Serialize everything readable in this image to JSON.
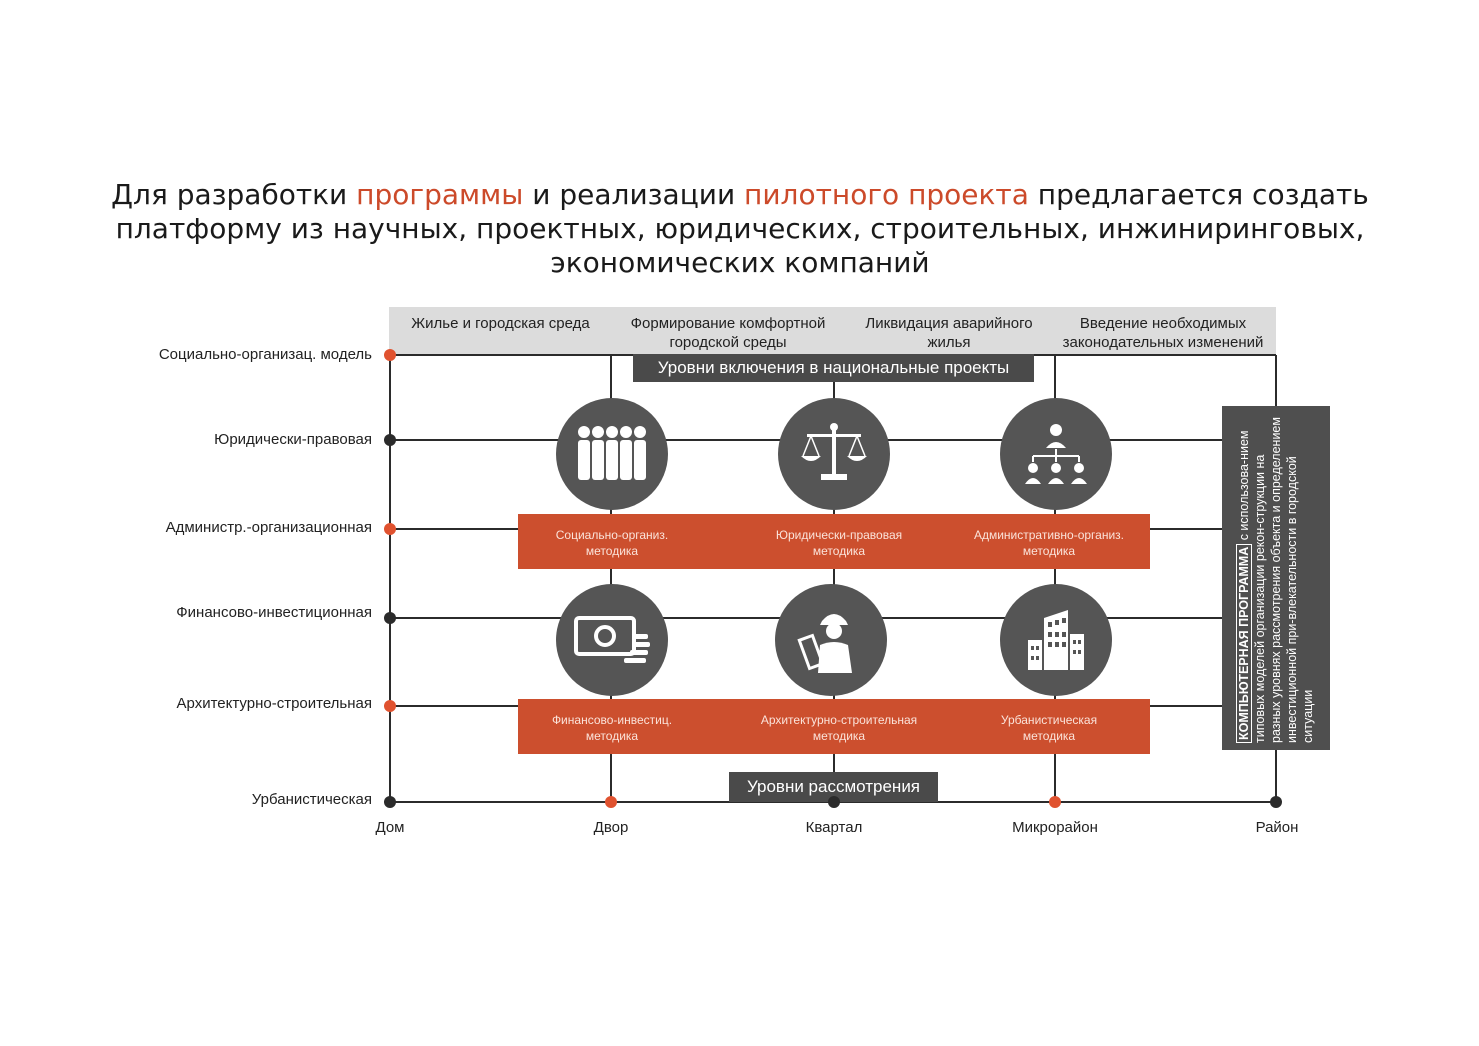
{
  "title": {
    "part1": "Для разработки ",
    "hl1": "программы",
    "part2": " и реализации ",
    "hl2": "пилотного проекта",
    "part3": " предлагается создать платформу из научных, проектных, юридических, строительных, инжиниринговых, экономических компаний"
  },
  "headers": [
    {
      "line1": "Жилье и городская среда",
      "line2": ""
    },
    {
      "line1": "Формирование комфортной",
      "line2": "городской среды"
    },
    {
      "line1": "Ликвидация аварийного",
      "line2": "жилья"
    },
    {
      "line1": "Введение необходимых",
      "line2": "законодательных изменений"
    }
  ],
  "national_levels_label": "Уровни включения в национальные проекты",
  "review_levels_label": "Уровни рассмотрения",
  "rows": [
    {
      "label": "Социально-организац. модель",
      "node": "orange"
    },
    {
      "label": "Юридически-правовая",
      "node": "black"
    },
    {
      "label": "Администр.-организационная",
      "node": "orange"
    },
    {
      "label": "Финансово-инвестиционная",
      "node": "black"
    },
    {
      "label": "Архитектурно-строительная",
      "node": "orange"
    },
    {
      "label": "Урбанистическая",
      "node": "black"
    }
  ],
  "columns": [
    {
      "label": "Дом",
      "node": "black"
    },
    {
      "label": "Двор",
      "node": "orange"
    },
    {
      "label": "Квартал",
      "node": "black"
    },
    {
      "label": "Микрорайон",
      "node": "orange"
    },
    {
      "label": "Район",
      "node": "black"
    }
  ],
  "methods_top": [
    {
      "line1": "Социально-организ.",
      "line2": "методика"
    },
    {
      "line1": "Юридически-правовая",
      "line2": "методика"
    },
    {
      "line1": "Административно-организ.",
      "line2": "методика"
    }
  ],
  "methods_bottom": [
    {
      "line1": "Финансово-инвестиц.",
      "line2": "методика"
    },
    {
      "line1": "Архитектурно-строительная",
      "line2": "методика"
    },
    {
      "line1": "Урбанистическая",
      "line2": "методика"
    }
  ],
  "icons_top": [
    "people-group-icon",
    "scales-of-justice-icon",
    "org-hierarchy-icon"
  ],
  "icons_bottom": [
    "money-banknote-icon",
    "engineer-blueprint-icon",
    "city-buildings-icon"
  ],
  "side_panel": {
    "strong": "КОМПЬЮТЕРНАЯ ПРОГРАММА",
    "text": " с использова-нием типовых моделей организации рекон-струкции на разных уровнях рассмотрения объекта и определением инвестиционной при-влекательности в городской ситуации"
  },
  "colors": {
    "accent": "#cc4f2e",
    "dark": "#555555",
    "header_bg": "#dcdcdc"
  }
}
